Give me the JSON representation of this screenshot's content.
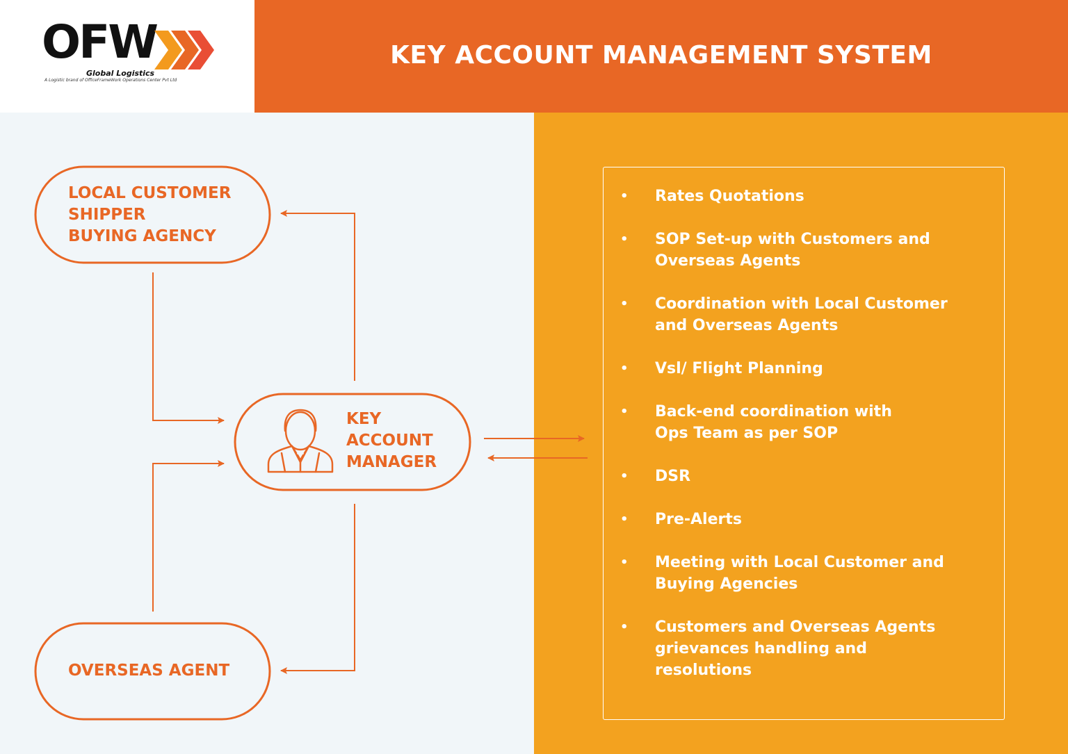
{
  "logo": {
    "wordmark": "OFW",
    "subtitle": "Global Logistics",
    "tagline": "A Logistic brand of OfficeFrameWork Operations Center Pvt Ltd"
  },
  "header": {
    "title": "KEY ACCOUNT MANAGEMENT SYSTEM"
  },
  "diagram": {
    "local_customer": [
      "LOCAL CUSTOMER",
      "SHIPPER",
      "BUYING AGENCY"
    ],
    "key_account_manager": [
      "KEY",
      "ACCOUNT",
      "MANAGER"
    ],
    "overseas_agent": [
      "OVERSEAS AGENT"
    ]
  },
  "responsibilities": [
    [
      "Rates Quotations"
    ],
    [
      "SOP Set-up with Customers and",
      "Overseas Agents"
    ],
    [
      "Coordination with Local Customer",
      "and Overseas Agents"
    ],
    [
      "Vsl/ Flight Planning"
    ],
    [
      "Back-end coordination with",
      "Ops Team as per SOP"
    ],
    [
      "DSR"
    ],
    [
      "Pre-Alerts"
    ],
    [
      "Meeting with Local Customer and",
      "Buying Agencies"
    ],
    [
      "Customers and Overseas Agents",
      "grievances handling and",
      "resolutions"
    ]
  ],
  "colors": {
    "header": "#e86725",
    "accent": "#e86725",
    "right_panel": "#f3a21f",
    "left_panel": "#f1f6f9",
    "text_light": "#ffffff",
    "logo_dark": "#111111"
  },
  "icons": {
    "manager": "person-icon",
    "logo_arrows": "chevron-arrows-icon"
  }
}
